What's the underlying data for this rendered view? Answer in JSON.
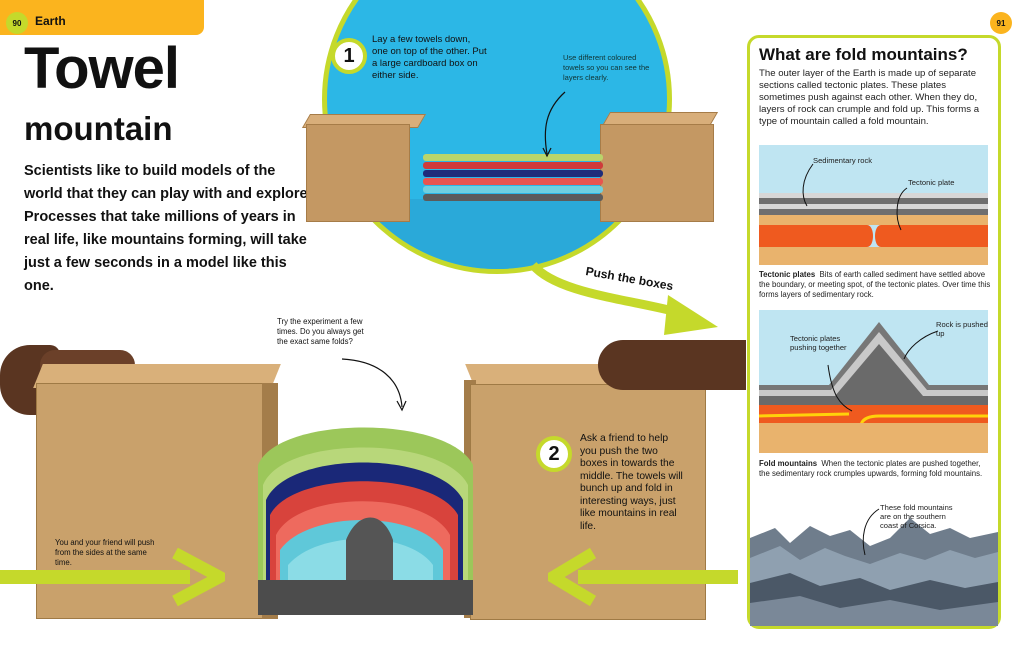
{
  "header": {
    "left_page_number": "90",
    "section": "Earth",
    "right_page_number": "91"
  },
  "title": {
    "main": "Towel",
    "sub": "mountain"
  },
  "intro": "Scientists like to build models of the world that they can play with and explore. Processes that take millions of years in real life, like mountains forming, will take just a few seconds in a model like this one.",
  "step1": {
    "number": "1",
    "text": "Lay a few towels down, one on top of the other. Put a large cardboard box on either side.",
    "tip": "Use different coloured towels so you can see the layers clearly."
  },
  "push_label": "Push the boxes",
  "step2": {
    "number": "2",
    "text": "Ask a friend to help you push the two boxes in towards the middle. The towels will bunch up and fold in interesting ways, just like mountains in real life."
  },
  "tips": {
    "try_again": "Try the experiment a few times. Do you always get the exact same folds?",
    "push_sides": "You and your friend will push from the sides at the same time."
  },
  "panel": {
    "title": "What are fold mountains?",
    "text": "The outer layer of the Earth is made up of separate sections called tectonic plates. These plates sometimes push against each other. When they do, layers of rock can crumple and fold up. This forms a type of mountain called a fold mountain.",
    "diagram1": {
      "label_sedimentary": "Sedimentary rock",
      "label_plate": "Tectonic plate"
    },
    "caption1_bold": "Tectonic plates",
    "caption1": "Bits of earth called sediment have settled above the boundary, or meeting spot, of the tectonic plates. Over time this forms layers of sedimentary rock.",
    "diagram2": {
      "label_pushing": "Tectonic plates pushing together",
      "label_rock": "Rock is pushed up"
    },
    "caption2_bold": "Fold mountains",
    "caption2": "When the tectonic plates are pushed together, the sedimentary rock crumples upwards, forming fold mountains.",
    "photo_label": "These fold mountains are on the southern coast of Corsica."
  },
  "colors": {
    "accent_green": "#c5d92b",
    "accent_orange": "#fbb41e",
    "sky_blue": "#2cb7e6"
  }
}
